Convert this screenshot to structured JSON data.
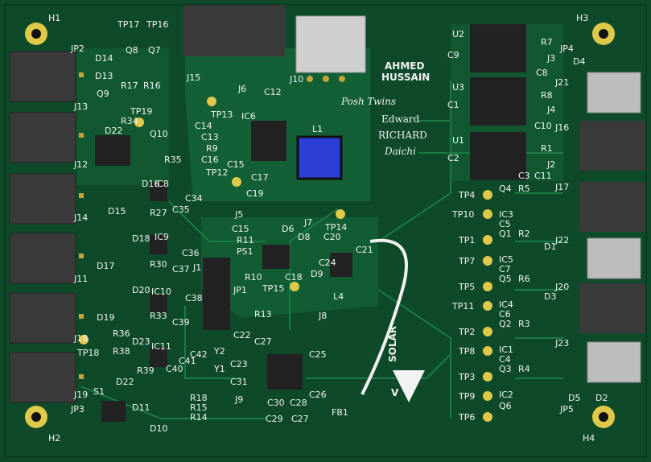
{
  "colors": {
    "board": "#0e4a2a",
    "copper": "#15643a",
    "silk": "#f2f2f2",
    "gold": "#c8a23a",
    "connector": "#3a3a3a",
    "inductor": "#2a3fd6"
  },
  "credits": {
    "logo_line1": "AHMED",
    "logo_line2": "HUSSAIN",
    "script1": "Posh Twins",
    "name1": "Edward",
    "name2": "RICHARD",
    "name3": "Daichi"
  },
  "brand": {
    "text": "SOLAR",
    "mark": "V"
  },
  "labels": {
    "H1": "H1",
    "H2": "H2",
    "H3": "H3",
    "H4": "H4",
    "JP2": "JP2",
    "JP3": "JP3",
    "JP4": "JP4",
    "JP5": "JP5",
    "TP17": "TP17",
    "TP16": "TP16",
    "Q8": "Q8",
    "Q7": "Q7",
    "D14": "D14",
    "D13": "D13",
    "Q9": "Q9",
    "R17": "R17",
    "R16": "R16",
    "J13": "J13",
    "J12": "J12",
    "J14": "J14",
    "J11": "J11",
    "J18": "J18",
    "J19": "J19",
    "TP19": "TP19",
    "R34": "R34",
    "D22a": "D22",
    "Q10": "Q10",
    "R35": "R35",
    "J15": "J15",
    "J10": "J10",
    "J6": "J6",
    "C12": "C12",
    "TP13": "TP13",
    "IC6": "IC6",
    "C14": "C14",
    "C13": "C13",
    "R9": "R9",
    "C16": "C16",
    "C15a": "C15",
    "L1": "L1",
    "TP12": "TP12",
    "C17": "C17",
    "C19": "C19",
    "D16": "D16",
    "IC8": "IC8",
    "R27": "R27",
    "C35": "C35",
    "C34": "C34",
    "D15": "D15",
    "D18": "D18",
    "IC9": "IC9",
    "C36": "C36",
    "C37": "C37",
    "R30": "R30",
    "D17": "D17",
    "C38": "C38",
    "D20": "D20",
    "IC10": "IC10",
    "R33": "R33",
    "C39": "C39",
    "D19": "D19",
    "R36": "R36",
    "TP18": "TP18",
    "R38": "R38",
    "D23": "D23",
    "IC11": "IC11",
    "R39": "R39",
    "D22b": "D22",
    "S1": "S1",
    "C40": "C40",
    "C41": "C41",
    "C42": "C42",
    "D11": "D11",
    "D10": "D10",
    "R18": "R18",
    "R14": "R14",
    "R15": "R15",
    "Y2": "Y2",
    "Y1": "Y1",
    "J9": "J9",
    "C31": "C31",
    "C23": "C23",
    "C22": "C22",
    "J5": "J5",
    "J7": "J7",
    "TP14": "TP14",
    "C15b": "C15",
    "R11": "R11",
    "D6": "D6",
    "D8": "D8",
    "C20": "C20",
    "PS1": "PS1",
    "C21": "C21",
    "R10": "R10",
    "C18": "C18",
    "D9": "D9",
    "C24": "C24",
    "TP15": "TP15",
    "L4": "L4",
    "JP1": "JP1",
    "J1": "J1",
    "J8": "J8",
    "R13": "R13",
    "C27": "C27",
    "C25": "C25",
    "C26": "C26",
    "C30": "C30",
    "C28": "C28",
    "C29": "C29",
    "FB1": "FB1",
    "C9": "C9",
    "U2": "U2",
    "U3": "U3",
    "U1": "U1",
    "C1": "C1",
    "C2": "C2",
    "C3": "C3",
    "C8": "C8",
    "R7": "R7",
    "J3": "J3",
    "R8": "R8",
    "J4": "J4",
    "C10": "C10",
    "R1": "R1",
    "J2": "J2",
    "C5": "C5",
    "C6": "C6",
    "C7": "C7",
    "J21": "J21",
    "J16": "J16",
    "J17": "J17",
    "J22": "J22",
    "J20": "J20",
    "J23": "J23",
    "D4": "D4",
    "D1": "D1",
    "D3": "D3",
    "D5": "D5",
    "D2": "D2",
    "TP4": "TP4",
    "TP10": "TP10",
    "TP1": "TP1",
    "TP7": "TP7",
    "TP5": "TP5",
    "TP11": "TP11",
    "TP2": "TP2",
    "TP8": "TP8",
    "TP3": "TP3",
    "TP9": "TP9",
    "TP6": "TP6",
    "Q4": "Q4",
    "R5": "R5",
    "IC3": "IC3",
    "Q1": "Q1",
    "R2": "R2",
    "IC5": "IC5",
    "Q5": "Q5",
    "R6": "R6",
    "IC4": "IC4",
    "Q2": "Q2",
    "R3": "R3",
    "IC1": "IC1",
    "C4": "C4",
    "Q3": "Q3",
    "R4": "R4",
    "IC2": "IC2",
    "Q6": "Q6",
    "C11": "C11"
  }
}
